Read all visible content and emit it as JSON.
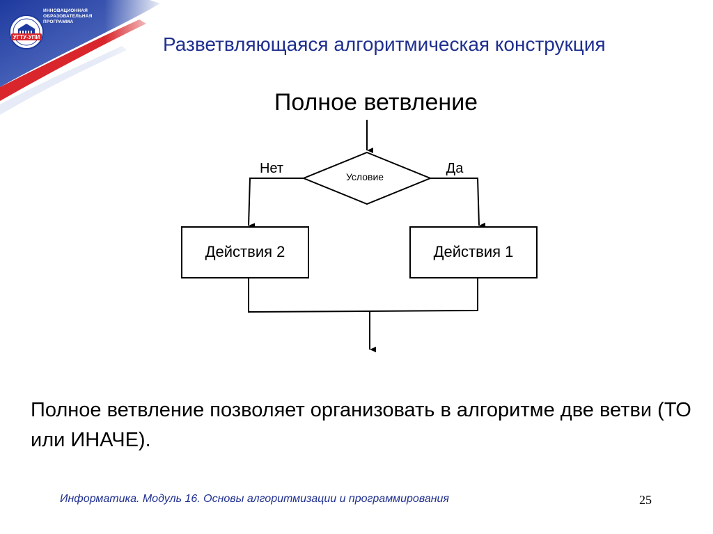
{
  "logo": {
    "caption_lines": [
      "Инновационная",
      "образовательная",
      "программа"
    ],
    "badge": "УГТУ-УПИ"
  },
  "slide": {
    "title": "Разветвляющаяся алгоритмическая конструкция",
    "subtitle": "Полное ветвление",
    "diagram": {
      "condition": "Условие",
      "no_label": "Нет",
      "yes_label": "Да",
      "left_action": "Действия 2",
      "right_action": "Действия 1"
    },
    "body": "Полное ветвление позволяет организовать в алгоритме две ветви (ТО или ИНАЧЕ).",
    "footer": "Информатика. Модуль 16. Основы алгоритмизации и программирования",
    "page_number": "25"
  },
  "colors": {
    "title": "#1f2f8f",
    "brand_blue": "#1e3a9e",
    "brand_red": "#d8262c"
  }
}
